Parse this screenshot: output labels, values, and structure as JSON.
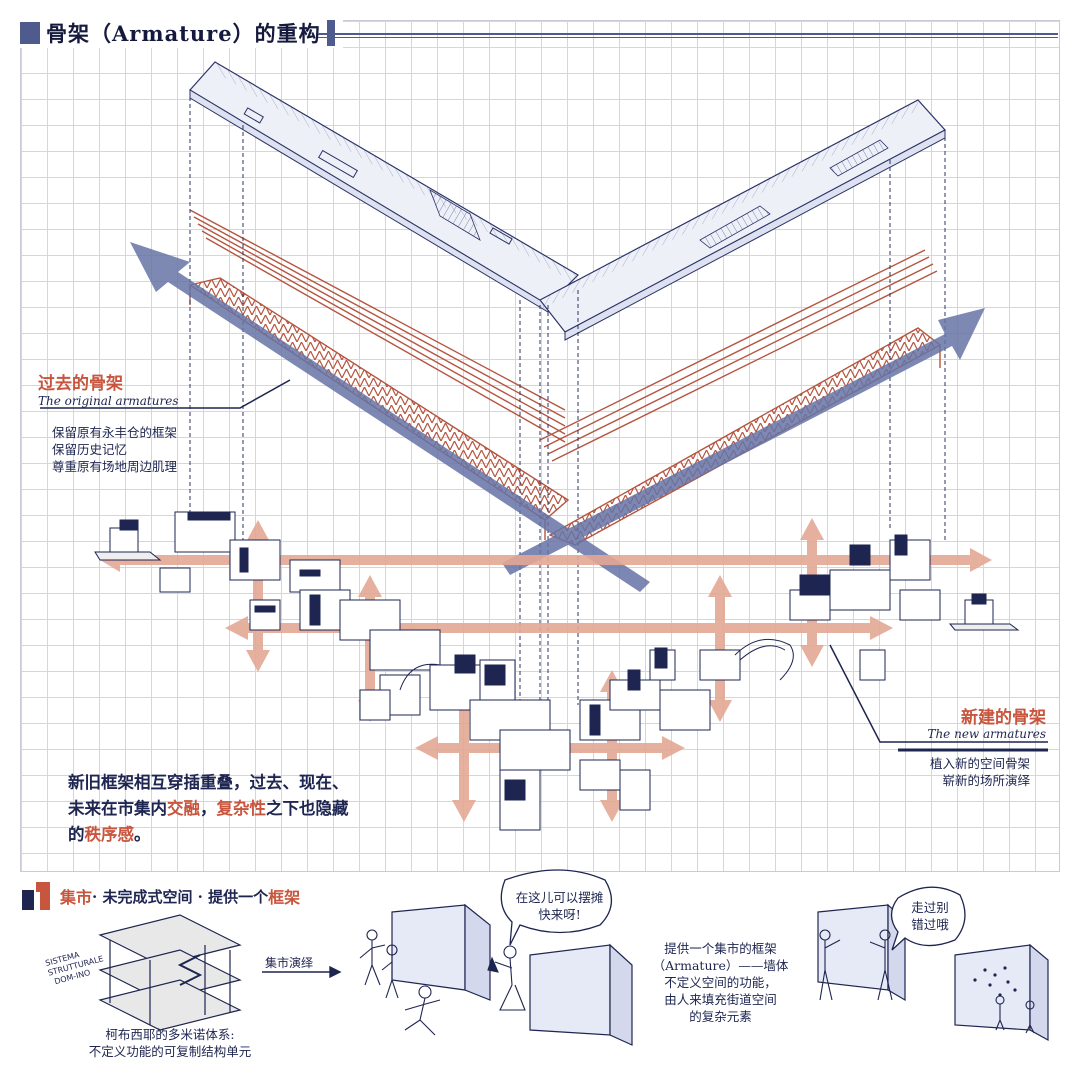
{
  "title": "骨架（Armature）的重构",
  "past": {
    "heading": "过去的骨架",
    "english": "The original armatures",
    "lines": [
      "保留原有永丰仓的框架",
      "保留历史记忆",
      "尊重原有场地周边肌理"
    ]
  },
  "new": {
    "heading": "新建的骨架",
    "english": "The new armatures",
    "lines": [
      "植入新的空间骨架",
      "崭新的场所演绎"
    ]
  },
  "summary": {
    "part1": "新旧框架相互穿插重叠，过去、现在、未来在市集内",
    "hl1": "交融",
    "part2": "，",
    "hl2": "复杂性",
    "part3": "之下也隐藏的",
    "hl3": "秩序感",
    "part4": "。"
  },
  "bottom": {
    "heading_a": "集市",
    "heading_b": "· 未完成式空间 · 提供一个",
    "heading_c": "框架",
    "sketch_label": [
      "SISTEMA",
      "STRUTTURALE",
      "DOM-INO"
    ],
    "arrow_label": "集市演绎",
    "caption": [
      "柯布西耶的多米诺体系:",
      "不定义功能的可复制结构单元"
    ],
    "bubble1": [
      "在这儿可以摆摊",
      "快来呀!"
    ],
    "description": [
      "提供一个集市的框架",
      "（Armature）——墙体",
      "不定义空间的功能，",
      "由人来填充街道空间",
      "的复杂元素"
    ],
    "bubble2": [
      "走过别",
      "错过哦"
    ]
  },
  "colors": {
    "navy": "#1e2550",
    "accent": "#c8553d",
    "arrow_blue": "#5d6a9c",
    "arrow_pink": "#e0a696"
  }
}
